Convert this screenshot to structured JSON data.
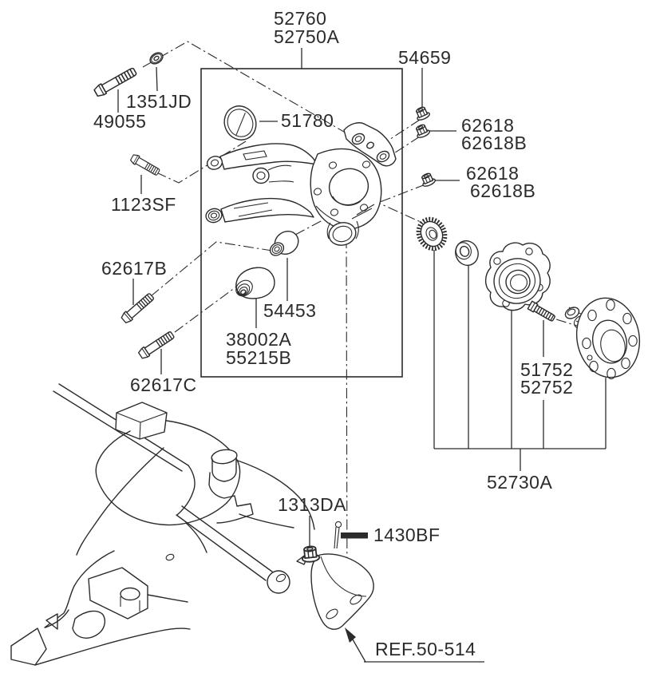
{
  "figure": {
    "type": "exploded-parts-diagram",
    "colors": {
      "ink": "#2b2b2b",
      "background": "#ffffff"
    },
    "labels": {
      "knuckle_assy_line1": "52760",
      "knuckle_assy_line2": "52750A",
      "nut_54659": "54659",
      "washer_1351JD": "1351JD",
      "bolt_49055": "49055",
      "seal_51780": "51780",
      "nut_62618_g1_line1": "62618",
      "nut_62618_g1_line2": "62618B",
      "nut_62618_g2_line1": "62618",
      "nut_62618_g2_line2": "62618B",
      "bolt_1123SF": "1123SF",
      "bolt_62617B": "62617B",
      "bushing_54453": "54453",
      "bushing_line1": "38002A",
      "bushing_line2": "55215B",
      "bolt_62617C": "62617C",
      "stud_line1": "51752",
      "stud_line2": "52752",
      "hub_assy_52730A": "52730A",
      "nut_1313DA": "1313DA",
      "pin_1430BF": "1430BF",
      "reference": "REF.50-514"
    }
  }
}
